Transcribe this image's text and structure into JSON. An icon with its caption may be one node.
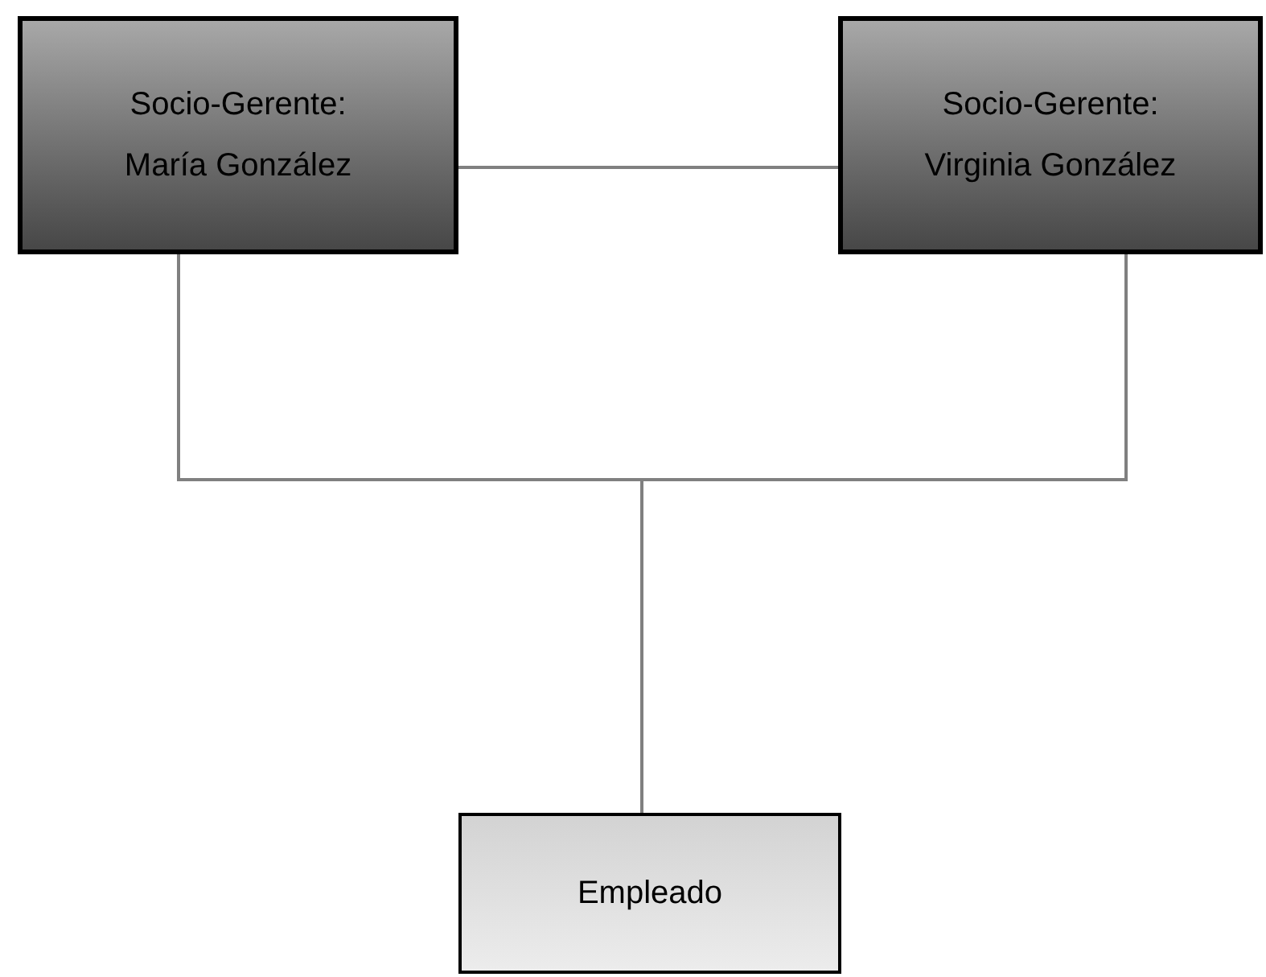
{
  "diagram": {
    "nodes": [
      {
        "text": [
          "Socio-Gerente:",
          "María González"
        ]
      },
      {
        "text": [
          "Socio-Gerente:",
          "Virginia González"
        ]
      },
      {
        "text": [
          "Empleado"
        ]
      }
    ],
    "edges": [
      {
        "from": 0,
        "to": 1,
        "arrow": "none"
      },
      {
        "from": 0,
        "to": 2,
        "arrow": "none"
      },
      {
        "from": 1,
        "to": 2,
        "arrow": "none"
      }
    ]
  }
}
